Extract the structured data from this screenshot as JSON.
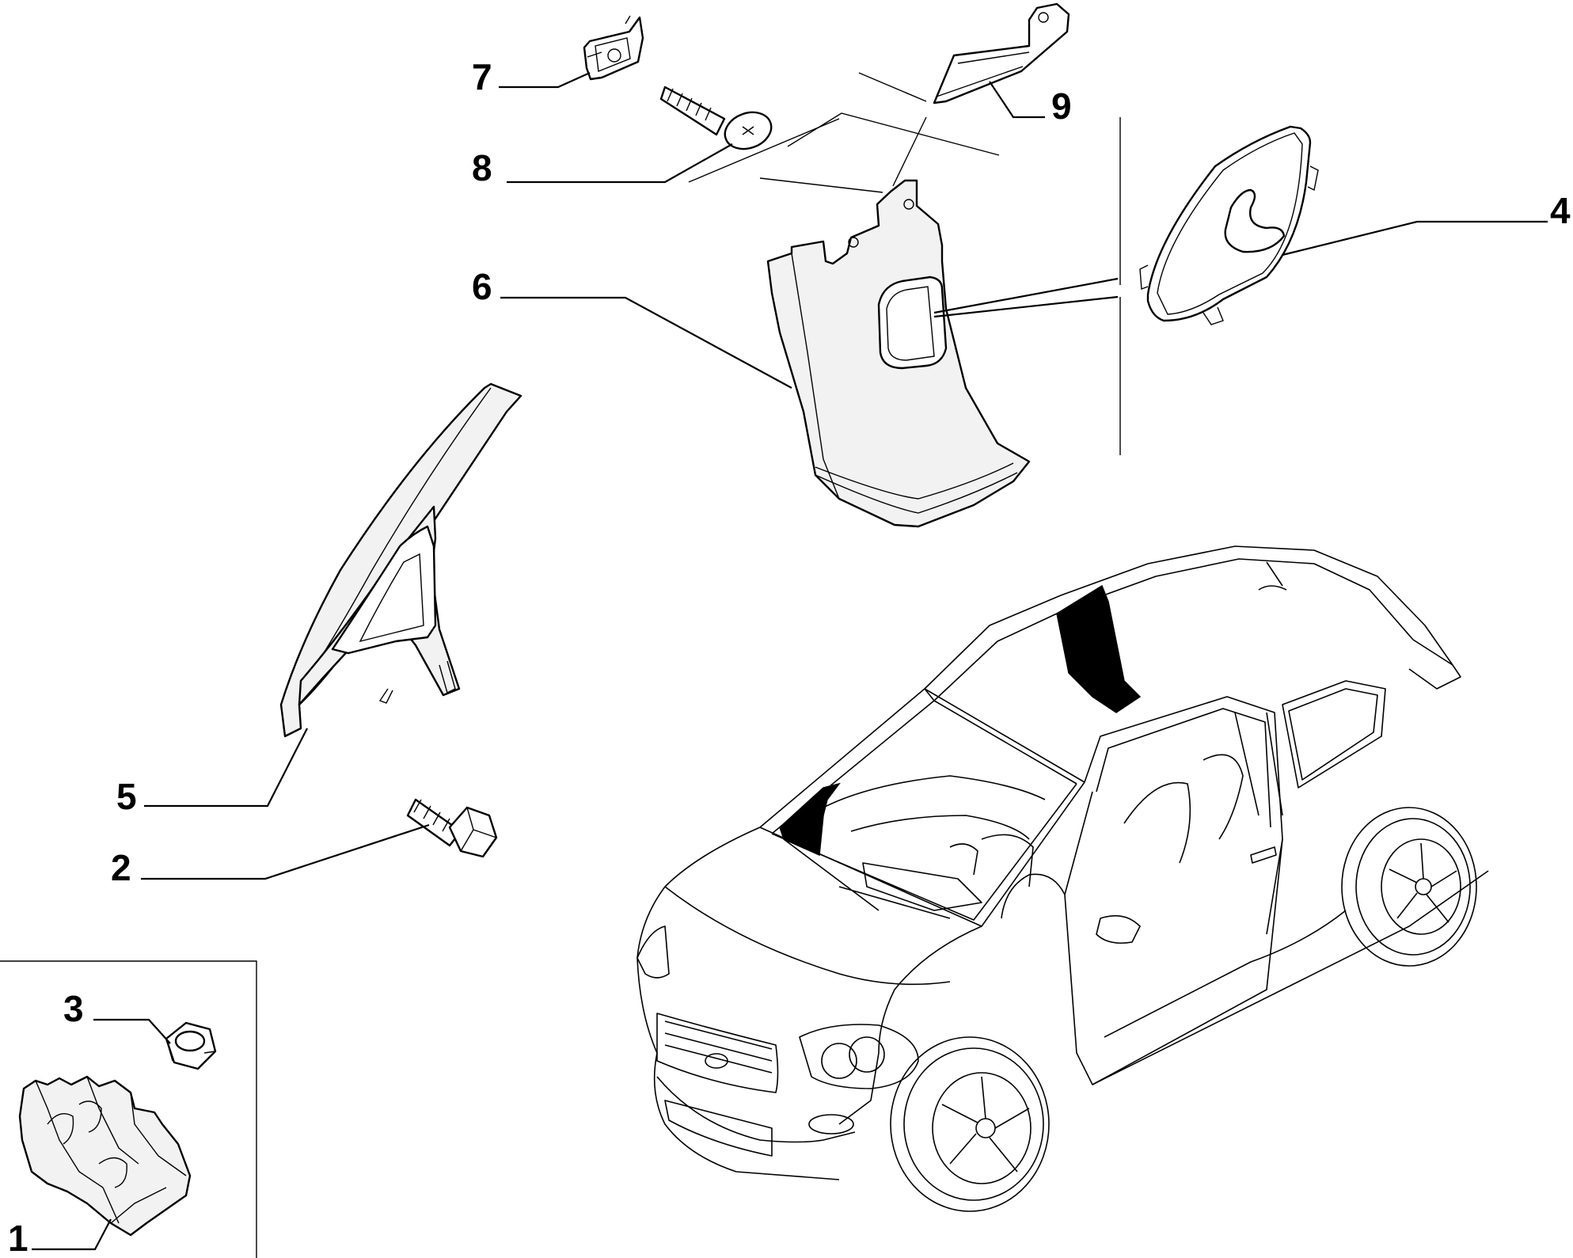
{
  "callouts": {
    "c1": "1",
    "c2": "2",
    "c3": "3",
    "c4": "4",
    "c5": "5",
    "c6": "6",
    "c7": "7",
    "c8": "8",
    "c9": "9"
  },
  "colors": {
    "line": "#000000",
    "background": "#ffffff",
    "highlight": "#000000"
  }
}
